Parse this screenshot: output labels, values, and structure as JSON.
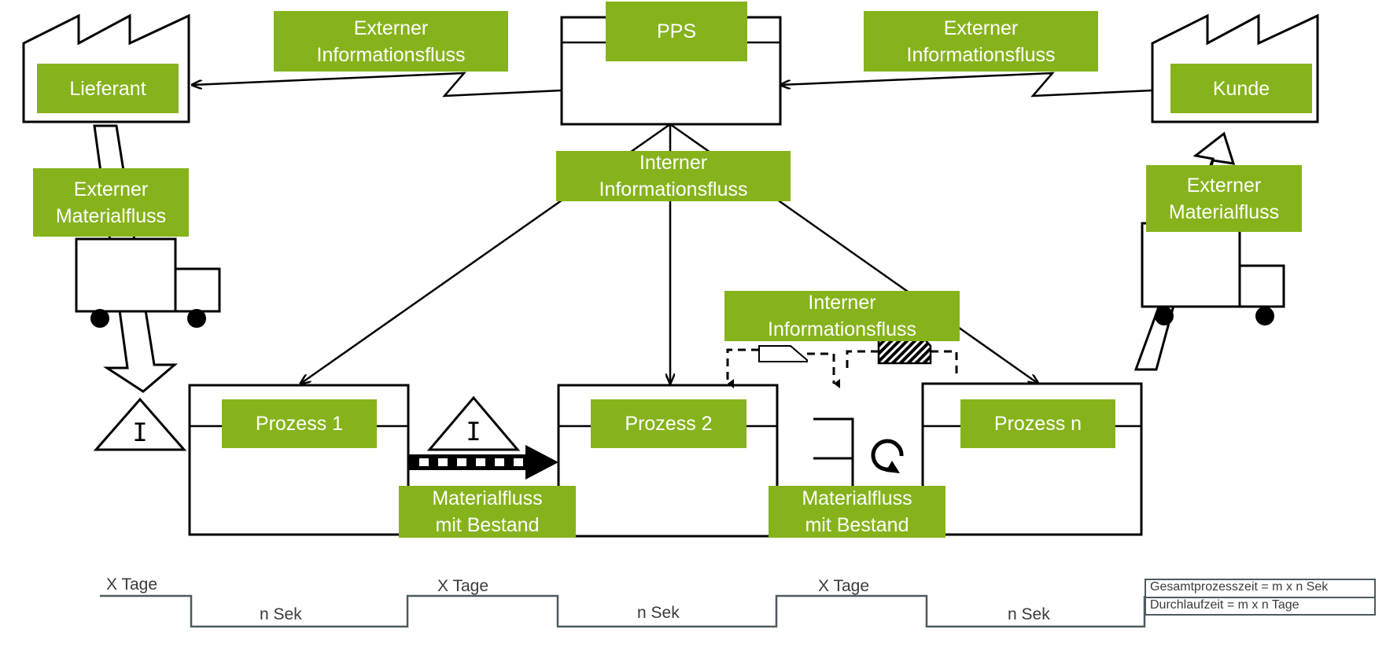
{
  "colors": {
    "label_bg": "#86b31c",
    "label_text": "#ffffff",
    "line": "#000000",
    "timeline": "#4d5a60"
  },
  "nodes": {
    "pps": "PPS",
    "supplier": "Lieferant",
    "customer": "Kunde",
    "process1": "Prozess 1",
    "process2": "Prozess 2",
    "processn": "Prozess n"
  },
  "labels": {
    "ext_info_left": "Externer\nInformationsfluss",
    "ext_info_right": "Externer\nInformationsfluss",
    "int_info_top": "Interner\nInformationsfluss",
    "int_info_mid": "Interner\nInformationsfluss",
    "ext_mat_left": "Externer\nMaterialfluss",
    "ext_mat_right": "Externer\nMaterialfluss",
    "mat_stock_1": "Materialfluss\nmit Bestand",
    "mat_stock_2": "Materialfluss\nmit Bestand"
  },
  "icons": {
    "inventory_symbol": "I",
    "factory": "factory-icon",
    "truck": "truck-icon",
    "kanban": "kanban-icon",
    "cycle_arrow": "cycle-arrow-icon"
  },
  "timeline": {
    "wait_1": "X Tage",
    "wait_2": "X Tage",
    "wait_3": "X Tage",
    "proc_1": "n Sek",
    "proc_2": "n Sek",
    "proc_3": "n Sek"
  },
  "summary": {
    "total_process_time": "Gesamtprozesszeit = m x n Sek",
    "lead_time": "Durchlaufzeit = m x n Tage"
  }
}
